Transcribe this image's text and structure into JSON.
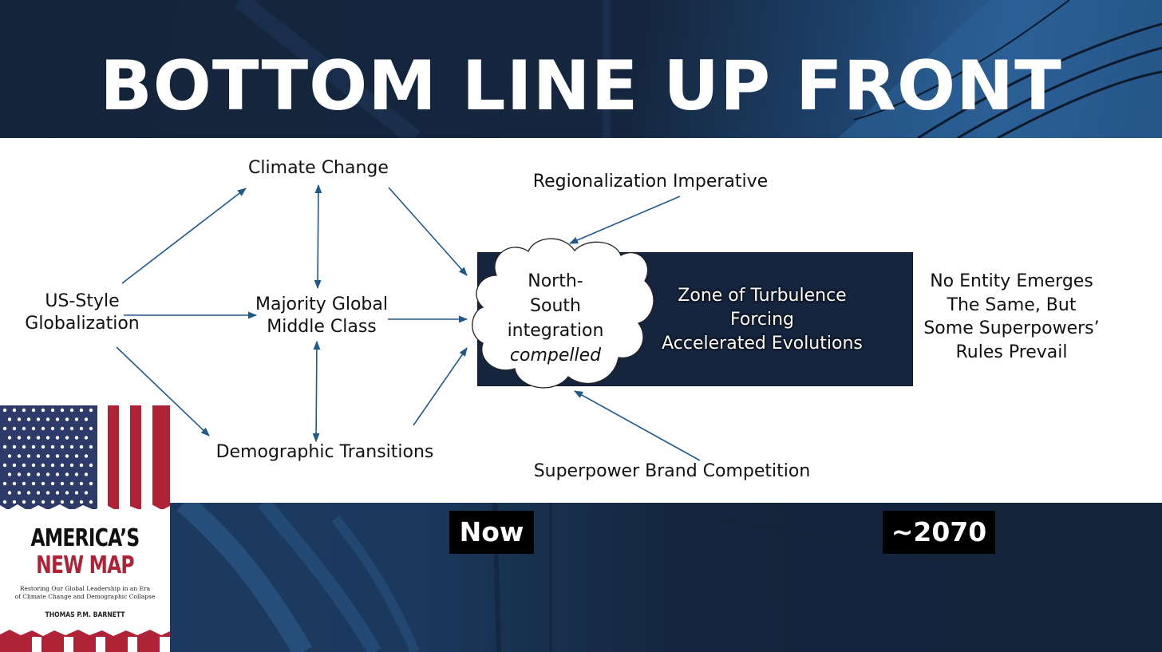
{
  "slide": {
    "title": "BOTTOM LINE UP FRONT"
  },
  "diagram": {
    "nodes": {
      "us_style": [
        "US-Style",
        "Globalization"
      ],
      "climate_change": "Climate Change",
      "middle_class": [
        "Majority Global",
        "Middle Class"
      ],
      "demographic": "Demographic Transitions",
      "regionalization": "Regionalization Imperative",
      "superpower_brand": "Superpower Brand Competition",
      "cloud": [
        "North-",
        "South",
        "integration",
        "compelled"
      ],
      "zone": [
        "Zone of Turbulence",
        "Forcing",
        "Accelerated Evolutions"
      ],
      "outcome": [
        "No Entity Emerges",
        "The Same, But",
        "Some Superpowers’",
        "Rules Prevail"
      ]
    },
    "arrow_color": "#1f5a8a"
  },
  "timeline": {
    "start": "Now",
    "end": "~2070"
  },
  "book": {
    "title_line1": "AMERICA’S",
    "title_line2": "NEW MAP",
    "subtitle": [
      "Restoring Our Global Leadership in an Era",
      "of Climate Change and Demographic Collapse"
    ],
    "author": "THOMAS P.M. BARNETT"
  },
  "colors": {
    "navy": "#14253d",
    "accent_blue": "#2a5d92",
    "book_red": "#b02337"
  }
}
